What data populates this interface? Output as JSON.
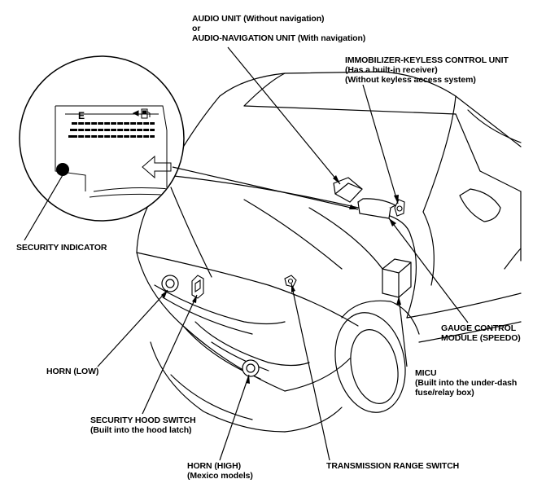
{
  "labels": {
    "audio_unit": [
      "AUDIO UNIT (Without navigation)",
      "or",
      "AUDIO-NAVIGATION UNIT (With navigation)"
    ],
    "immobilizer": [
      "IMMOBILIZER-KEYLESS CONTROL UNIT",
      "(Has a built-in receiver)",
      "(Without keyless access system)"
    ],
    "security_indicator": [
      "SECURITY INDICATOR"
    ],
    "gauge_control": [
      "GAUGE CONTROL",
      "MODULE (SPEEDO)"
    ],
    "horn_low": [
      "HORN (LOW)"
    ],
    "micu": [
      "MICU",
      "(Built into the under-dash",
      "fuse/relay box)"
    ],
    "security_hood_switch": [
      "SECURITY HOOD SWITCH",
      "(Built into the hood latch)"
    ],
    "horn_high": [
      "HORN (HIGH)",
      "(Mexico models)"
    ],
    "transmission_range": [
      "TRANSMISSION RANGE SWITCH"
    ]
  },
  "gauge_inset": {
    "fuel_letter": "E"
  }
}
